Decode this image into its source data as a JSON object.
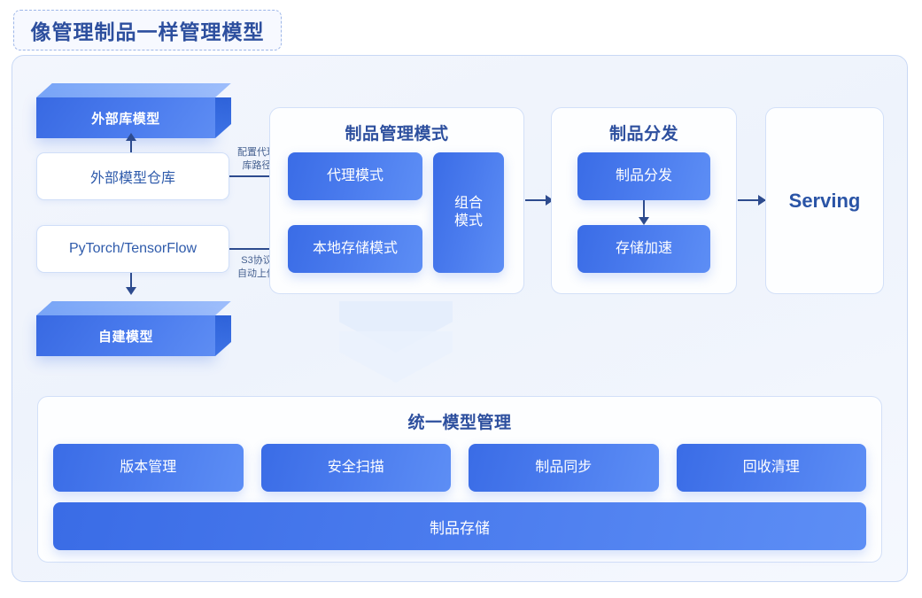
{
  "title": "像管理制品一样管理模型",
  "sources": {
    "external_lib_model": "外部库模型",
    "external_repo": "外部模型仓库",
    "framework": "PyTorch/TensorFlow",
    "self_built_model": "自建模型"
  },
  "edges": {
    "proxy_label_line1": "配置代理",
    "proxy_label_line2": "库路径",
    "s3_label_line1": "S3协议",
    "s3_label_line2": "自动上传"
  },
  "panels": {
    "manage": {
      "title": "制品管理模式",
      "cards": {
        "proxy": "代理模式",
        "local": "本地存储模式",
        "combine_line1": "组合",
        "combine_line2": "模式"
      }
    },
    "deliver": {
      "title": "制品分发",
      "cards": {
        "distribute": "制品分发",
        "accelerate": "存储加速"
      }
    },
    "serving": {
      "label": "Serving"
    }
  },
  "unified": {
    "title": "统一模型管理",
    "features": [
      "版本管理",
      "安全扫描",
      "制品同步",
      "回收清理"
    ],
    "storage": "制品存储"
  },
  "colors": {
    "accent": "#4b7cee",
    "accent_dark": "#3a6ce6",
    "accent_light": "#5d8ef5",
    "title_text": "#2d4f9e",
    "arrow": "#2d4b8e",
    "panel_border": "#d3e0f8",
    "chevron": "#e3ecfb"
  }
}
